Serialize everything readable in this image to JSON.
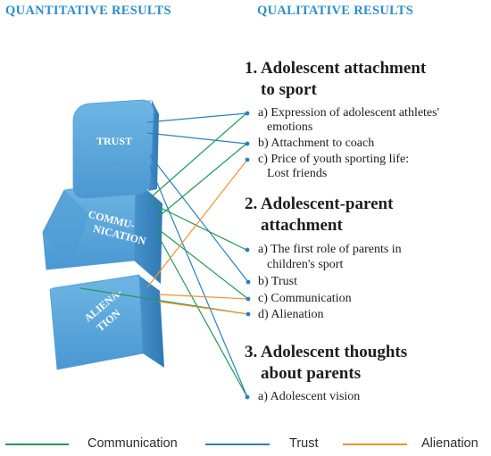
{
  "headers": {
    "quantitative": "QUANTITATIVE RESULTS",
    "qualitative": "QUALITATIVE RESULTS"
  },
  "cubes": {
    "trust": "TRUST",
    "communication_line1": "COMMU-",
    "communication_line2": "NICATION",
    "alienation_line1": "ALIENA-",
    "alienation_line2": "TION"
  },
  "sections": [
    {
      "title_line1": "1. Adolescent attachment",
      "title_line2": "to sport",
      "items": [
        {
          "line1": "a) Expression of adolescent athletes'",
          "line2": "emotions"
        },
        {
          "line1": "b) Attachment to coach"
        },
        {
          "line1": "c) Price of youth sporting life:",
          "line2": "Lost friends"
        }
      ]
    },
    {
      "title_line1": "2. Adolescent-parent",
      "title_line2": "attachment",
      "items": [
        {
          "line1": "a) The first role of parents in",
          "line2": "children's sport"
        },
        {
          "line1": "b) Trust"
        },
        {
          "line1": "c) Communication"
        },
        {
          "line1": "d) Alienation"
        }
      ]
    },
    {
      "title_line1": "3. Adolescent thoughts",
      "title_line2": "about parents",
      "items": [
        {
          "line1": "a) Adolescent vision"
        }
      ]
    }
  ],
  "legend": [
    {
      "label": "Communication",
      "color": "#1e9a5a"
    },
    {
      "label": "Trust",
      "color": "#2b7fbf"
    },
    {
      "label": "Alienation",
      "color": "#f0922f"
    }
  ],
  "colors": {
    "communication": "#1e9a5a",
    "trust": "#2b7fbf",
    "alienation": "#f0922f",
    "header": "#2a8fc9",
    "cube_front": "#5aa8dc",
    "cube_top": "#8cc8ee",
    "cube_side": "#3a86c2"
  }
}
